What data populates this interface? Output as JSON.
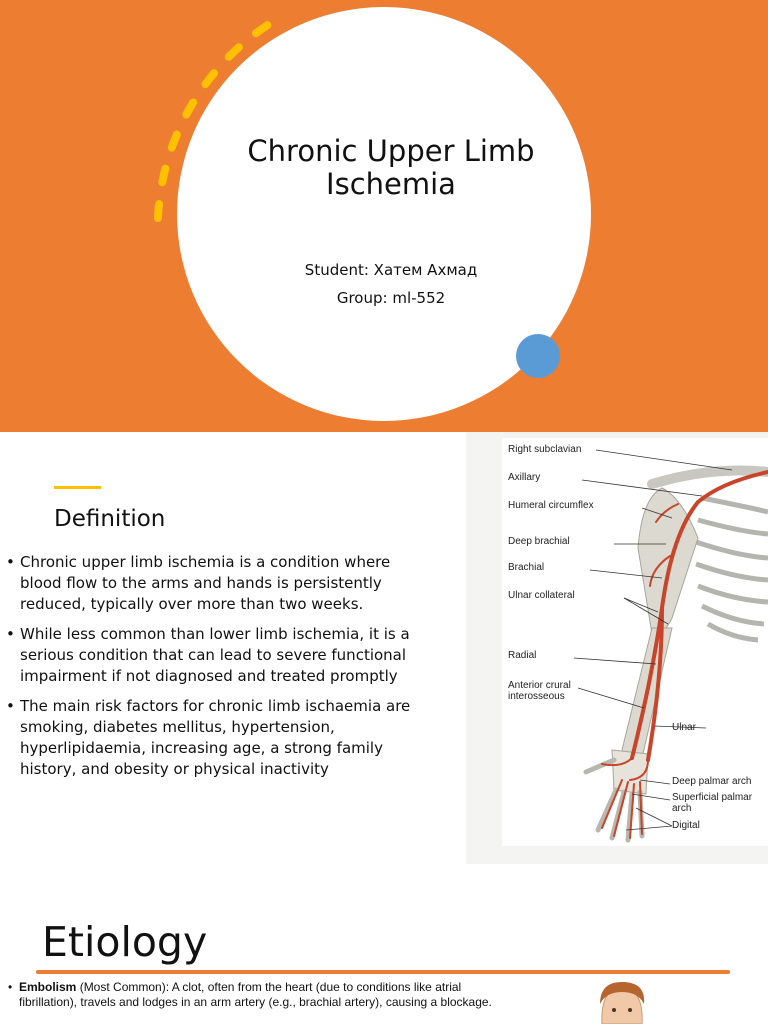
{
  "slide1": {
    "title": "Chronic Upper Limb Ischemia",
    "student": "Student: Хатем Ахмад",
    "group": "Group: ml-552",
    "colors": {
      "background": "#ed7d31",
      "dash_arc": "#ffc000",
      "dot": "#5b9bd5"
    }
  },
  "slide2": {
    "heading": "Definition",
    "bullets": [
      "Chronic upper limb ischemia is a condition where blood flow to the arms and hands is persistently reduced, typically over more than two weeks.",
      "While less common than lower limb ischemia, it is a serious condition that can lead to severe functional impairment if not diagnosed and treated promptly",
      "The main risk factors for chronic limb ischaemia are smoking, diabetes mellitus, hypertension, hyperlipidaemia, increasing age, a strong family history, and obesity or physical inactivity"
    ],
    "figure_labels": {
      "right_subclavian": "Right subclavian",
      "axillary": "Axillary",
      "humeral_circumflex": "Humeral circumflex",
      "deep_brachial": "Deep brachial",
      "brachial": "Brachial",
      "ulnar_collateral": "Ulnar collateral",
      "radial": "Radial",
      "anterior_crural": "Anterior crural",
      "interosseous": "interosseous",
      "ulnar": "Ulnar",
      "deep_palmar_arch": "Deep palmar arch",
      "superficial_palmar": "Superficial palmar",
      "arch": "arch",
      "digital": "Digital"
    },
    "colors": {
      "accent": "#ffc000",
      "artery": "#c8442a"
    }
  },
  "slide3": {
    "title": "Etiology",
    "bullet_bold": "Embolism",
    "bullet_text": " (Most Common): A clot, often from the heart (due to conditions like atrial fibrillation), travels and lodges in an arm artery (e.g., brachial artery), causing a blockage.",
    "colors": {
      "accent": "#ed7d31"
    }
  }
}
